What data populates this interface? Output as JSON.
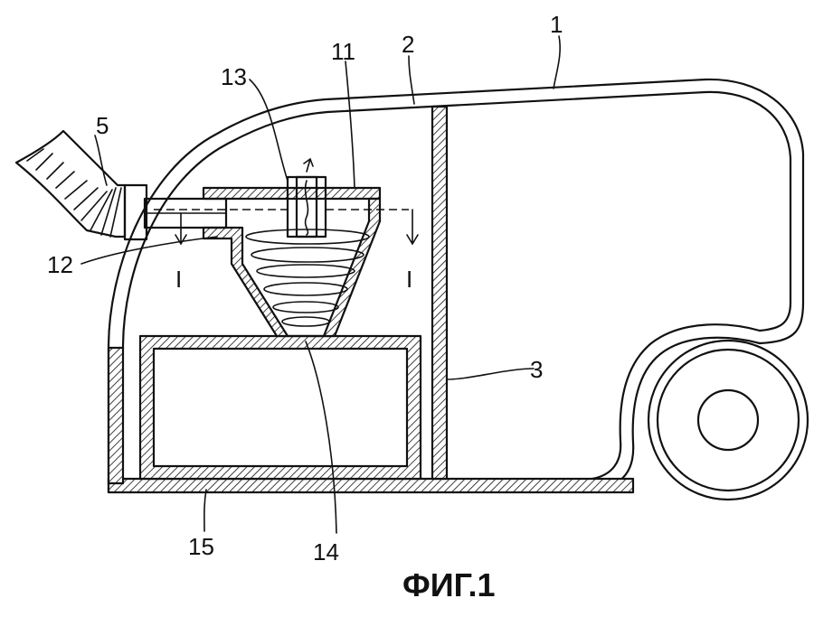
{
  "labels": {
    "body": "1",
    "chamber": "2",
    "partition": "3",
    "hose": "5",
    "cyclone": "11",
    "inlet": "12",
    "outlet": "13",
    "dust_outlet": "14",
    "dust_bin": "15",
    "section_left": "I",
    "section_right": "I"
  },
  "caption": "ФИГ.1"
}
